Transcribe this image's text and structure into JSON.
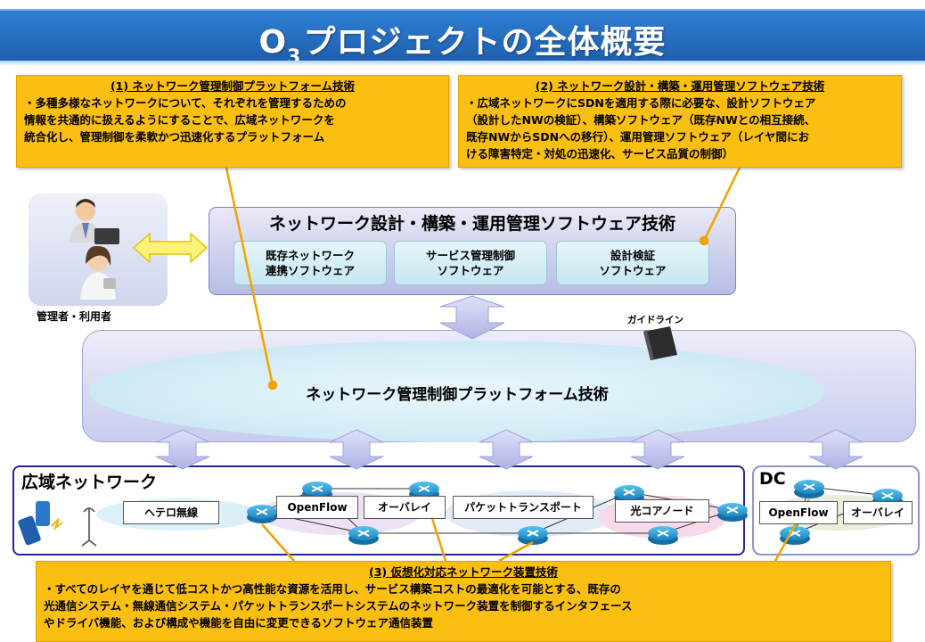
{
  "title": {
    "prefix": "O",
    "subscript": "3",
    "text": "プロジェクトの全体概要"
  },
  "callouts": {
    "c1": {
      "title": "(1) ネットワーク管理制御プラットフォーム技術",
      "body": "・多種多様なネットワークについて、それぞれを管理するための\n情報を共通的に扱えるようにすることで、広域ネットワークを\n統合化し、管理制御を柔軟かつ迅速化するプラットフォーム"
    },
    "c2": {
      "title": "(2) ネットワーク設計・構築・運用管理ソフトウェア技術",
      "body": "・広域ネットワークにSDNを適用する際に必要な、設計ソフトウェア\n（設計したNWの検証）、構築ソフトウェア（既存NWとの相互接続、\n既存NWからSDNへの移行）、運用管理ソフトウェア（レイヤ間にお\nける障害特定・対処の迅速化、サービス品質の制御）"
    },
    "c3": {
      "title": "(3) 仮想化対応ネットワーク装置技術",
      "body": "・すべてのレイヤを通じて低コストかつ高性能な資源を活用し、サービス構築コストの最適化を可能とする、既存の\n光通信システム・無線通信システム・パケットトランスポートシステムのネットワーク装置を制御するインタフェース\nやドライバ機能、および構成や機能を自由に変更できるソフトウェア通信装置"
    }
  },
  "users": {
    "label": "管理者・利用者"
  },
  "software_tier": {
    "title": "ネットワーク設計・構築・運用管理ソフトウェア技術",
    "boxes": [
      {
        "line1": "既存ネットワーク",
        "line2": "連携ソフトウェア"
      },
      {
        "line1": "サービス管理制御",
        "line2": "ソフトウェア"
      },
      {
        "line1": "設計検証",
        "line2": "ソフトウェア"
      }
    ]
  },
  "platform_tier": {
    "label": "ネットワーク管理制御プラットフォーム技術",
    "guideline": "ガイドライン"
  },
  "network_tier": {
    "wan_label": "広域ネットワーク",
    "dc_label": "DC",
    "boxes": {
      "hetero": "ヘテロ無線",
      "openflow_wan": "OpenFlow",
      "overlay_wan": "オーバレイ",
      "packet": "パケットトランスポート",
      "optical": "光コアノード",
      "openflow_dc": "OpenFlow",
      "overlay_dc": "オーバレイ"
    }
  },
  "colors": {
    "banner": "#1f5fae",
    "callout": "#fbbf12",
    "arrow_blue": "#c5c9ef",
    "arrow_yellow": "#fff27a",
    "router": "#2fa3d8",
    "wan_border": "#23269a"
  }
}
